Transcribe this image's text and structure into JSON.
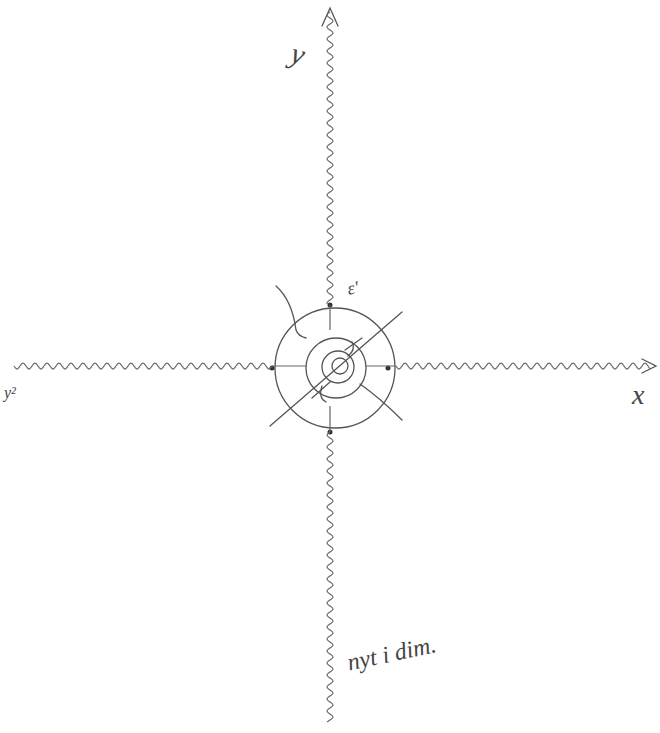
{
  "diagram": {
    "labels": [
      "y",
      "x",
      "ε'",
      "y²",
      "nyt i dim."
    ]
  }
}
